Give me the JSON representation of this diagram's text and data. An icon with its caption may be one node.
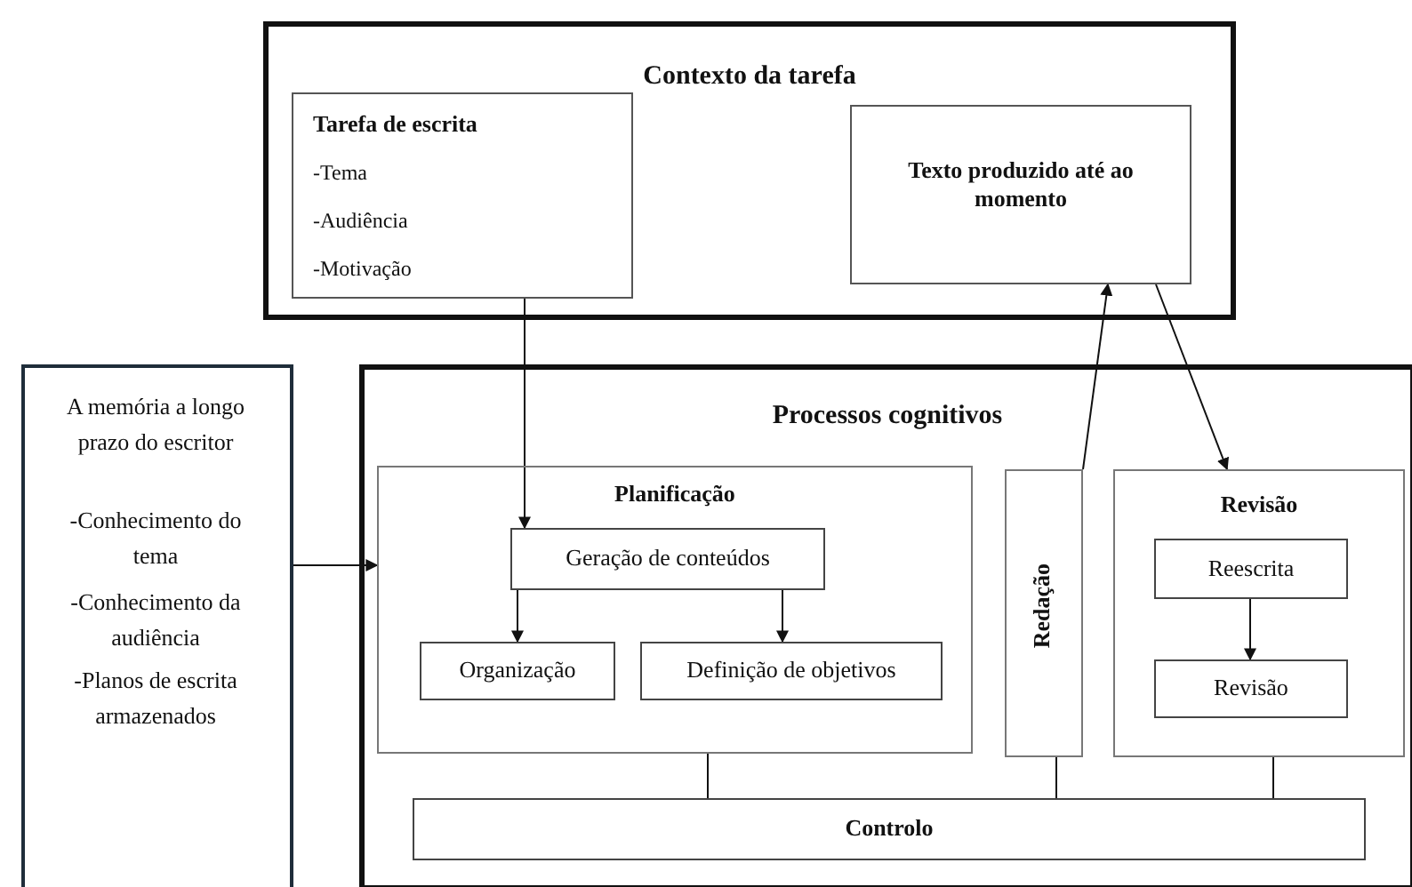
{
  "diagram": {
    "nodes": [
      {
        "text": [
          "Contexto da tarefa"
        ]
      },
      {
        "text": [
          "Tarefa de escrita",
          "-Tema",
          "-Audiência",
          "-Motivação"
        ],
        "in": 0
      },
      {
        "text": [
          "Texto produzido até ao momento"
        ],
        "in": 0
      },
      {
        "text": [
          "A memória a longo prazo do escritor",
          "-Conhecimento do tema",
          "-Conhecimento da audiência",
          "-Planos de escrita armazenados"
        ]
      },
      {
        "text": [
          "Processos cognitivos"
        ]
      },
      {
        "text": [
          "Planificação"
        ],
        "in": 4
      },
      {
        "text": [
          "Geração de conteúdos"
        ],
        "in": 5
      },
      {
        "text": [
          "Organização"
        ],
        "in": 5
      },
      {
        "text": [
          "Definição de objetivos"
        ],
        "in": 5
      },
      {
        "text": [
          "Redação"
        ],
        "in": 4
      },
      {
        "text": [
          "Revisão"
        ],
        "in": 4
      },
      {
        "text": [
          "Reescrita"
        ],
        "in": 10
      },
      {
        "text": [
          "Revisão"
        ],
        "in": 10
      },
      {
        "text": [
          "Controlo"
        ],
        "in": 4
      }
    ],
    "edges": [
      {
        "from": 1,
        "to": 6,
        "arrow": "to"
      },
      {
        "from": 3,
        "to": 5,
        "arrow": "to"
      },
      {
        "from": 6,
        "to": 7,
        "arrow": "to"
      },
      {
        "from": 6,
        "to": 8,
        "arrow": "to"
      },
      {
        "from": 9,
        "to": 2,
        "arrow": "to"
      },
      {
        "from": 2,
        "to": 10,
        "arrow": "to"
      },
      {
        "from": 11,
        "to": 12,
        "arrow": "to"
      },
      {
        "from": 5,
        "to": 13,
        "arrow": "none"
      },
      {
        "from": 9,
        "to": 13,
        "arrow": "none"
      },
      {
        "from": 10,
        "to": 13,
        "arrow": "none"
      }
    ]
  }
}
